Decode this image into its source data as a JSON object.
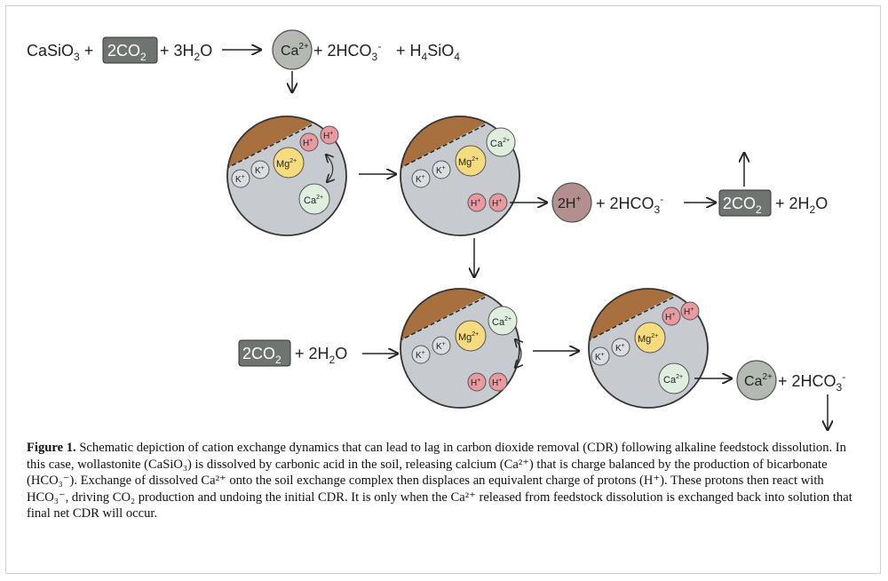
{
  "equation_top": {
    "reactant1": "CaSiO",
    "reactant1_sub": "3",
    "plus1": "+",
    "co2_box": "2CO",
    "co2_box_sub": "2",
    "plus2": "+ 3H",
    "water_sub": "2",
    "water_o": "O",
    "ca_ion": "Ca",
    "ca_ion_sup": "2+",
    "product_bicarb": "+ 2HCO",
    "product_bicarb_sub": "3",
    "product_bicarb_sup": "-",
    "product_silicic": "+ H",
    "product_silicic_sub1": "4",
    "product_silicic_mid": "SiO",
    "product_silicic_sub2": "4"
  },
  "ions": {
    "h": "H",
    "h_sup": "+",
    "k": "K",
    "k_sup": "+",
    "mg": "Mg",
    "mg_sup": "2+",
    "ca": "Ca",
    "ca_sup": "2+"
  },
  "right_chain": {
    "two_h": "2H",
    "two_h_sup": "+",
    "bicarb": "+ 2HCO",
    "bicarb_sub": "3",
    "bicarb_sup": "-",
    "co2_box": "2CO",
    "co2_box_sub": "2",
    "water": "+ 2H",
    "water_sub": "2",
    "water_o": "O"
  },
  "bottom_left": {
    "co2_box": "2CO",
    "co2_box_sub": "2",
    "water": "+ 2H",
    "water_sub": "2",
    "water_o": "O"
  },
  "bottom_right": {
    "ca": "Ca",
    "ca_sup": "2+",
    "bicarb": "+ 2HCO",
    "bicarb_sub": "3",
    "bicarb_sup": "-"
  },
  "caption": {
    "label": "Figure 1.",
    "text": " Schematic depiction of cation exchange dynamics that can lead to lag in carbon dioxide removal (CDR) following alkaline feedstock dissolution. In this case, wollastonite (CaSiO₃) is dissolved by carbonic acid in the soil, releasing calcium (Ca²⁺) that is charge balanced by the production of bicarbonate (HCO₃⁻). Exchange of dissolved Ca²⁺ onto the soil exchange complex then displaces an equivalent charge of protons (H⁺). These protons then react with HCO₃⁻, driving CO₂ production and undoing the initial CDR. It is only when the Ca²⁺ released from feedstock dissolution is exchanged back into solution that final net CDR will occur."
  },
  "colors": {
    "soil_brown": "#a8703f",
    "particle_gray": "#c7cbd0",
    "h_pink": "#e79aa0",
    "mg_yellow": "#f7dc7f",
    "ca_green": "#dfeede",
    "k_gray": "#dadde2",
    "co2_box": "#6f7470",
    "two_h_mauve": "#b38f8f",
    "ca_big_gray": "#b4bab3"
  }
}
